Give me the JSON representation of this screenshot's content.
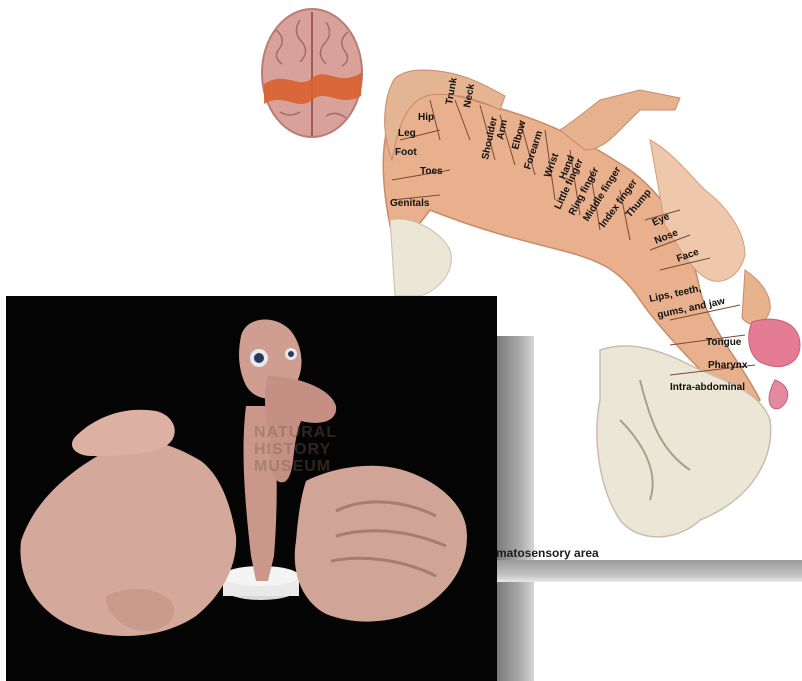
{
  "caption": "matosensory area",
  "body_part_labels": [
    "Hip",
    "Trunk",
    "Neck",
    "Leg",
    "Foot",
    "Toes",
    "Genitals",
    "Shoulder",
    "Arm",
    "Elbow",
    "Forearm",
    "Wrist",
    "Hand",
    "Little finger",
    "Ring finger",
    "Middle finger",
    "Index finger",
    "Thump",
    "Eye",
    "Nose",
    "Face",
    "Lips, teeth,",
    "gums, and jaw",
    "Tongue",
    "Pharynx",
    "Intra-abdominal"
  ],
  "watermark": [
    "NATURAL",
    "HISTORY",
    "MUSEUM"
  ],
  "colors": {
    "skin": "#e8b08c",
    "skin_dark": "#c98a68",
    "brain": "#d8a29a",
    "brain_band": "#d9602f",
    "bone": "#ece6d6",
    "photo_bg": "#040404"
  }
}
